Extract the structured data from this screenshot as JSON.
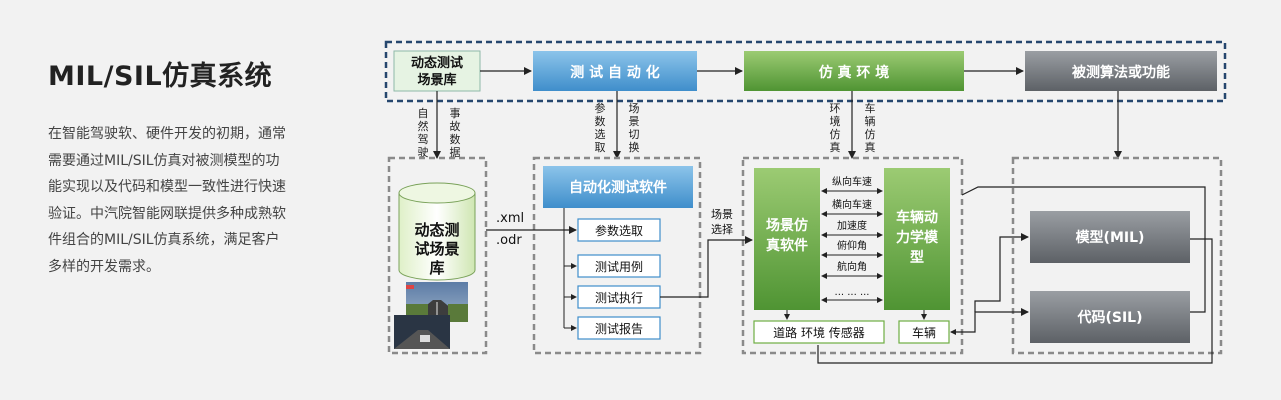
{
  "heading": "MIL/SIL仿真系统",
  "description_lines": [
    "在智能驾驶软、硬件开发的初期，通常",
    "需要通过MIL/SIL仿真对被测模型的功",
    "能实现以及代码和模型一致性进行快速",
    "验证。中汽院智能网联提供多种成熟软",
    "件组合的MIL/SIL仿真系统，满足客户",
    "多样的开发需求。"
  ],
  "diagram": {
    "top_row": {
      "scene_library": [
        "动态测试",
        "场景库"
      ],
      "test_automation": "测 试 自 动 化",
      "sim_env": "仿 真 环 境",
      "algo_under_test": "被测算法或功能"
    },
    "vertical_labels": {
      "natural_driving": "自然驾驶",
      "accident_data": "事故数据",
      "param_select": "参数选取",
      "scene_switch": "场景切换",
      "env_sim": "环境仿真",
      "vehicle_sim": "车辆仿真"
    },
    "database": [
      "动态测",
      "试场景",
      "库"
    ],
    "file_formats": [
      ".xml",
      ".odr"
    ],
    "auto_software": {
      "title": "自动化测试软件",
      "steps": [
        "参数选取",
        "测试用例",
        "测试执行",
        "测试报告"
      ]
    },
    "scene_select": [
      "场景",
      "选择"
    ],
    "scene_sim_software": [
      "场景仿",
      "真软件"
    ],
    "vehicle_dynamics": [
      "车辆动",
      "力学模",
      "型"
    ],
    "signals": [
      "纵向车速",
      "横向车速",
      "加速度",
      "俯仰角",
      "航向角",
      "... ... ..."
    ],
    "road_env_sensor": "道路  环境  传感器",
    "vehicle": "车辆",
    "model_mil": "模型(MIL)",
    "code_sil": "代码(SIL)"
  },
  "colors": {
    "teal_box": "#e6f3e3",
    "blue_box": "#5fa8d8",
    "green_box": "#6fae43",
    "gray_box": "#767a80",
    "dashed_border_blue": "#26476e",
    "dashed_border_gray": "#8a8a8a"
  },
  "icons": [
    "database-cylinder-icon",
    "driving-sim-screenshot-icon"
  ]
}
